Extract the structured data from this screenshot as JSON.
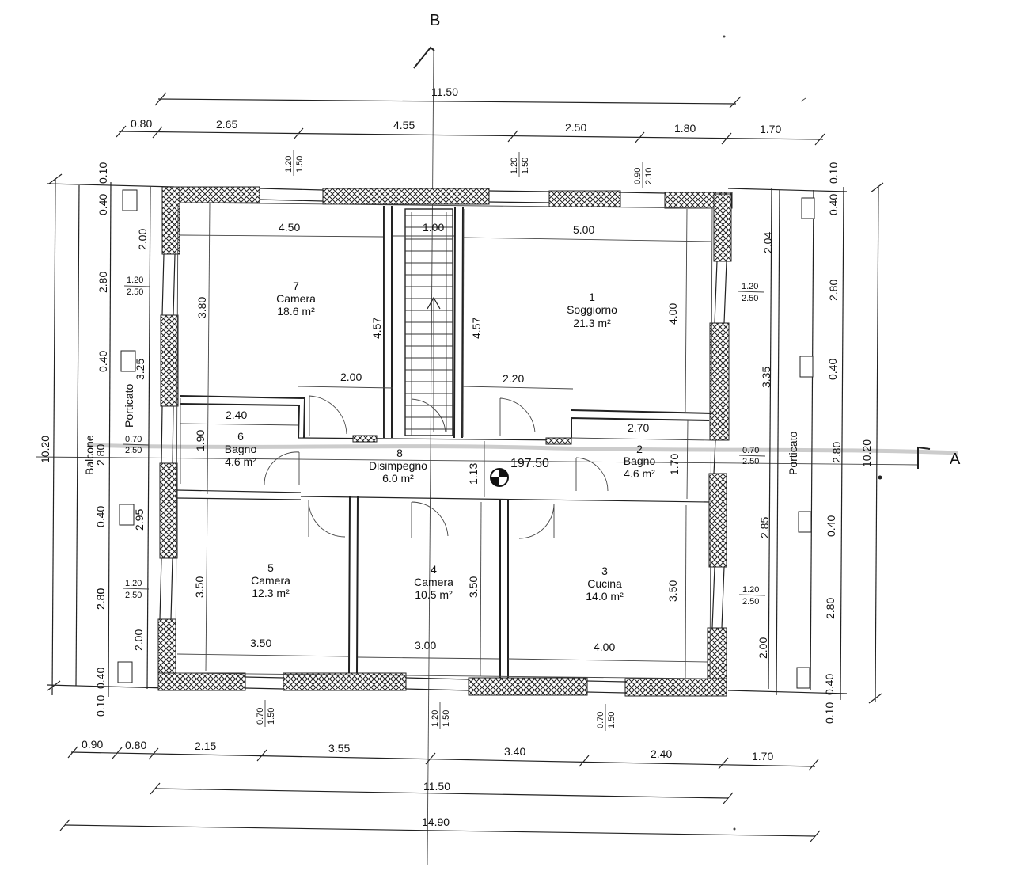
{
  "section_labels": {
    "b": "B",
    "a": "A"
  },
  "top_dimensions": {
    "overall": "11.50",
    "segments": [
      "0.80",
      "2.65",
      "4.55",
      "2.50",
      "1.80",
      "1.70"
    ]
  },
  "bottom_dimensions": {
    "segments": [
      "0.90",
      "0.80",
      "2.15",
      "3.55",
      "3.40",
      "2.40",
      "1.70"
    ],
    "inner_overall": "11.50",
    "overall": "14.90"
  },
  "left_dimensions": {
    "overall": "10.20",
    "segments": [
      "0.10",
      "0.40",
      "2.00",
      "2.80",
      "0.40",
      "3.25",
      "2.80",
      "0.40",
      "2.95",
      "2.80",
      "2.00",
      "0.40",
      "0.10"
    ],
    "windows": [
      {
        "top": "1.20",
        "bottom": "2.50"
      },
      {
        "top": "0.70",
        "bottom": "2.50"
      },
      {
        "top": "1.20",
        "bottom": "2.50"
      }
    ],
    "labels": {
      "balcone": "Balcone",
      "balcone_dim": "2.80",
      "porticato": "Porticato"
    }
  },
  "right_dimensions": {
    "overall": "10.20",
    "inner": [
      "2.04",
      "3.35",
      "2.80",
      "2.85",
      "2.00"
    ],
    "outer": [
      "0.10",
      "0.40",
      "2.80",
      "0.40",
      "0.40",
      "2.80",
      "0.40",
      "0.10"
    ],
    "windows": [
      {
        "top": "1.20",
        "bottom": "2.50"
      },
      {
        "top": "0.70",
        "bottom": "2.50"
      },
      {
        "top": "1.20",
        "bottom": "2.50"
      }
    ],
    "labels": {
      "porticato": "Porticato"
    }
  },
  "top_windows": [
    {
      "top": "1.20",
      "bottom": "1.50"
    },
    {
      "top": "1.20",
      "bottom": "1.50"
    },
    {
      "top": "0.90",
      "bottom": "2.10"
    }
  ],
  "bottom_windows": [
    {
      "top": "0.70",
      "bottom": "1.50"
    },
    {
      "top": "1.20",
      "bottom": "1.50"
    },
    {
      "top": "0.70",
      "bottom": "1.50"
    }
  ],
  "rooms": {
    "r7": {
      "num": "7",
      "name": "Camera",
      "area": "18.6 m²",
      "w": "4.50",
      "h": "3.80",
      "h2": "4.57"
    },
    "r1": {
      "num": "1",
      "name": "Soggiorno",
      "area": "21.3 m²",
      "w": "5.00",
      "h": "4.00",
      "h2": "4.57"
    },
    "stair": {
      "w": "1.00"
    },
    "r6": {
      "num": "6",
      "name": "Bagno",
      "area": "4.6 m²",
      "w": "2.40",
      "h": "1.90",
      "w2": "2.00"
    },
    "r2": {
      "num": "2",
      "name": "Bagno",
      "area": "4.6 m²",
      "w": "2.70",
      "h": "1.70",
      "w2": "2.20"
    },
    "r8": {
      "num": "8",
      "name": "Disimpegno",
      "area": "6.0 m²",
      "h": "1.13",
      "level": "197.50"
    },
    "r5": {
      "num": "5",
      "name": "Camera",
      "area": "12.3 m²",
      "w": "3.50",
      "h": "3.50"
    },
    "r4": {
      "num": "4",
      "name": "Camera",
      "area": "10.5 m²",
      "w": "3.00",
      "h": "3.50"
    },
    "r3": {
      "num": "3",
      "name": "Cucina",
      "area": "14.0 m²",
      "w": "4.00",
      "h": "3.50"
    }
  }
}
